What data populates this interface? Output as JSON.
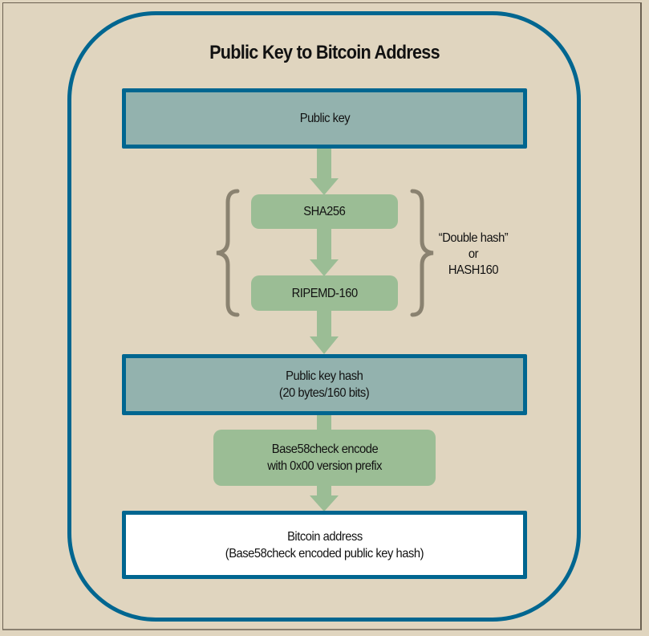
{
  "diagram": {
    "title": "Public Key to Bitcoin Address",
    "nodes": [
      {
        "id": "public-key",
        "lines": [
          "Public key"
        ],
        "style": "data-block"
      },
      {
        "id": "sha256",
        "lines": [
          "SHA256"
        ],
        "style": "process-step"
      },
      {
        "id": "ripemd160",
        "lines": [
          "RIPEMD-160"
        ],
        "style": "process-step"
      },
      {
        "id": "public-key-hash",
        "lines": [
          "Public key hash",
          "(20 bytes/160 bits)"
        ],
        "style": "data-block"
      },
      {
        "id": "base58check",
        "lines": [
          "Base58check encode",
          "with 0x00 version prefix"
        ],
        "style": "process-step"
      },
      {
        "id": "bitcoin-address",
        "lines": [
          "Bitcoin address",
          "(Base58check encoded public key hash)"
        ],
        "style": "output-block"
      }
    ],
    "edges": [
      {
        "from": "public-key",
        "to": "sha256"
      },
      {
        "from": "sha256",
        "to": "ripemd160"
      },
      {
        "from": "ripemd160",
        "to": "public-key-hash"
      },
      {
        "from": "public-key-hash",
        "to": "base58check"
      },
      {
        "from": "base58check",
        "to": "bitcoin-address"
      }
    ],
    "brace_annotation": {
      "groups": [
        "sha256",
        "ripemd160"
      ],
      "lines": [
        "“Double hash”",
        "or",
        "HASH160"
      ]
    },
    "colors": {
      "background": "#e0d5bf",
      "outline": "#006690",
      "data_block_fill": "#93b2ae",
      "process_fill": "#9bbd95",
      "arrow": "#9bbd95",
      "brace": "#8a8270",
      "output_fill": "#ffffff"
    }
  }
}
